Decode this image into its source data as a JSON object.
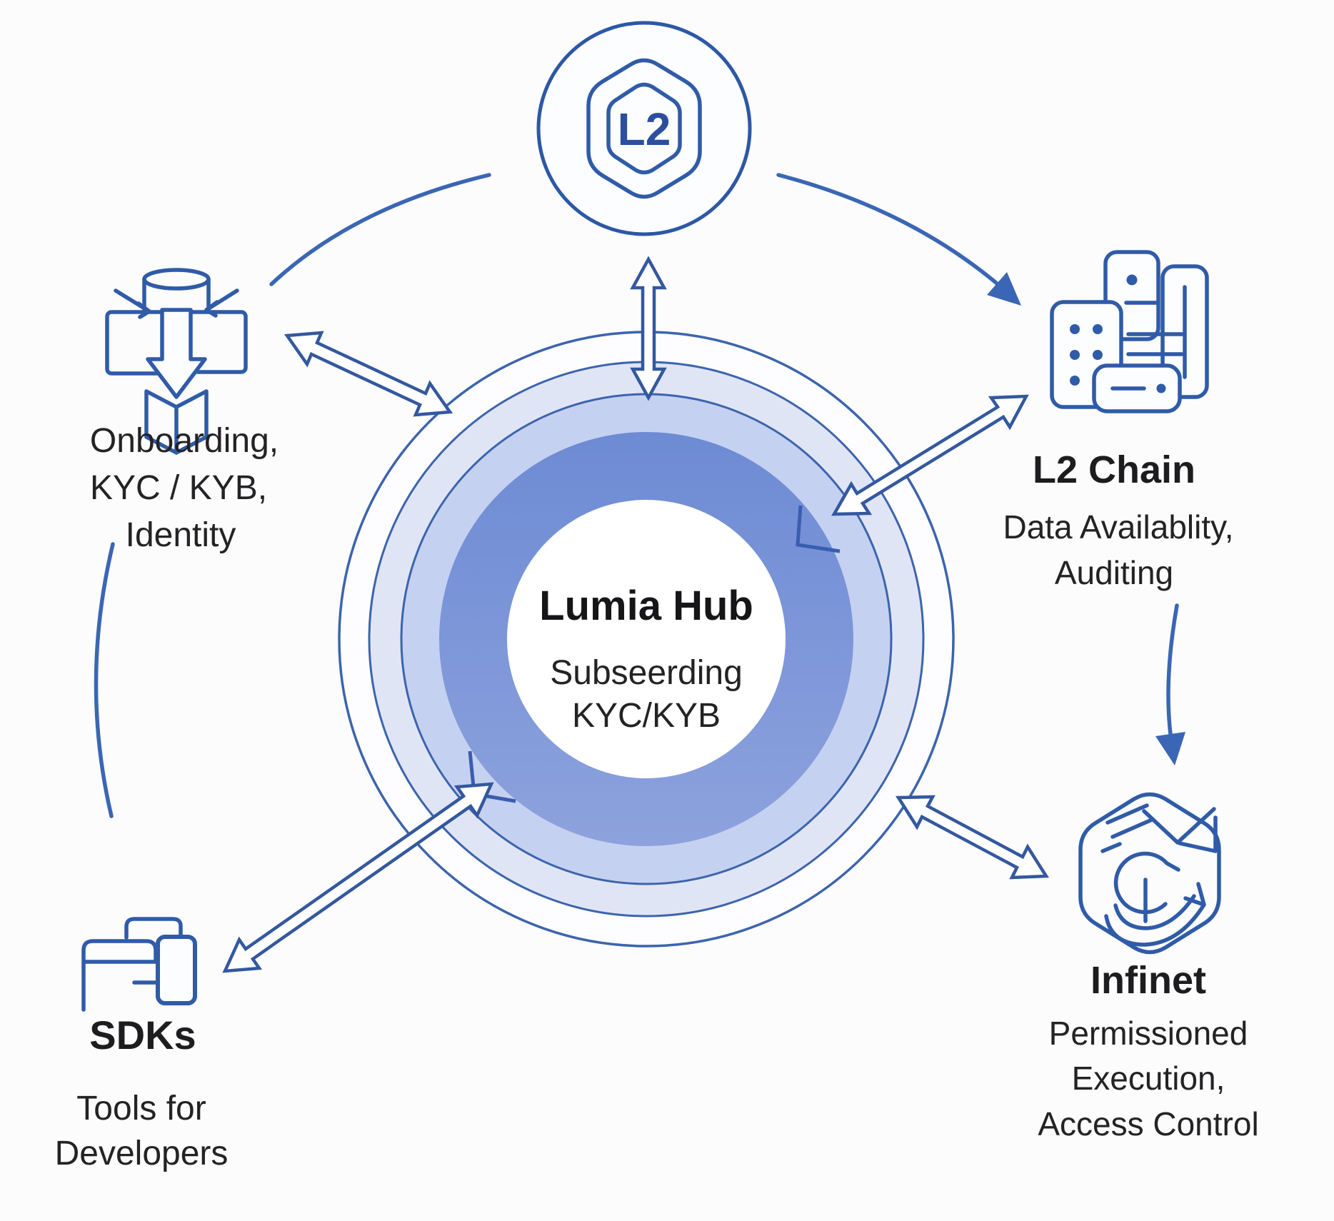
{
  "hub": {
    "title": "Lumia Hub",
    "subtitle_line1": "Subseerding",
    "subtitle_line2": "KYC/KYB"
  },
  "l2_badge": {
    "label": "L2",
    "icon": "l2-hexagon-badge-icon"
  },
  "onboarding": {
    "line1": "Onboarding,",
    "line2": "KYC / KYB,",
    "line3": "Identity",
    "icon": "database-funnel-icon"
  },
  "l2_chain": {
    "title": "L2 Chain",
    "subtitle_line1": "Data Availablity,",
    "subtitle_line2": "Auditing",
    "icon": "server-stack-icon"
  },
  "infinet": {
    "title": "Infinet",
    "subtitle_line1": "Permissioned",
    "subtitle_line2": "Execution,",
    "subtitle_line3": "Access Control",
    "icon": "hexagon-document-sync-icon"
  },
  "sdks": {
    "title": "SDKs",
    "subtitle_line1": "Tools for",
    "subtitle_line2": "Developers",
    "icon": "developer-devices-icon"
  },
  "colors": {
    "line_blue": "#2f5ba8",
    "arrow_outline": "#33589f",
    "solid_arrow": "#3a66b5",
    "ring_light": "#e0e5f6",
    "ring_mid": "#c5d1f0",
    "ring_dark_top": "#6d8bd4",
    "ring_dark_bottom": "#8da2dd",
    "text": "#1d1d1f",
    "badge_text": "#2b4f9e",
    "background": "#fcfcfd"
  }
}
